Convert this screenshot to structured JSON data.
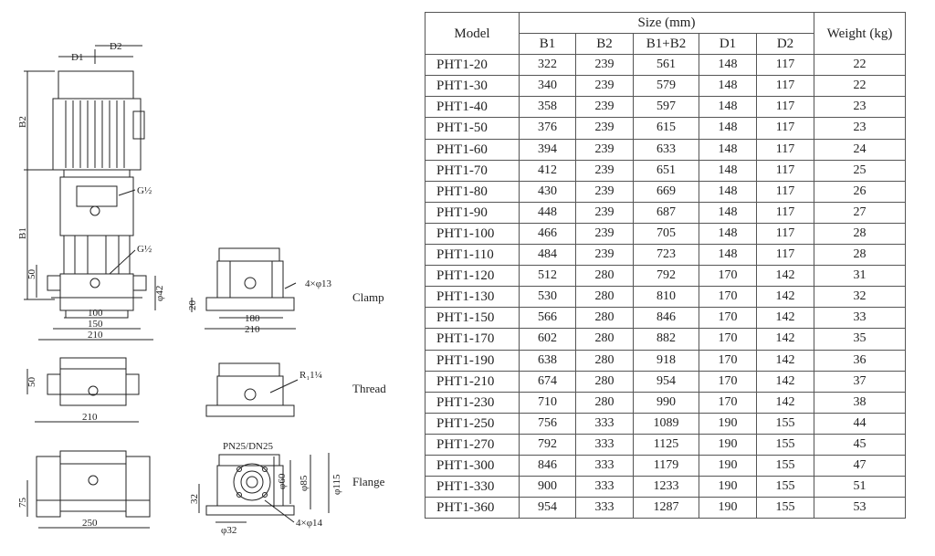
{
  "drawing_labels": {
    "d1": "D1",
    "d2": "D2",
    "b2": "B2",
    "b1": "B1",
    "g_top": "G½",
    "g_bottom": "G½",
    "h50_a": "50",
    "w100": "100",
    "w150": "150",
    "w210_a": "210",
    "phi42": "φ42",
    "clamp_phi13": "4×φ13",
    "clamp_h20": "20",
    "clamp_w180": "180",
    "clamp_w210": "210",
    "thread_r": "R₁1¼",
    "h50_b": "50",
    "w210_b": "210",
    "flange_pn": "PN25/DN25",
    "phi60": "φ60",
    "phi85": "φ85",
    "phi115": "φ115",
    "h75": "75",
    "w250": "250",
    "h32": "32",
    "phi32": "φ32",
    "flange_phi14": "4×φ14"
  },
  "captions": {
    "clamp": "Clamp",
    "thread": "Thread",
    "flange": "Flange"
  },
  "table": {
    "model_header": "Model",
    "size_header": "Size (mm)",
    "weight_header": "Weight (kg)",
    "sub_headers": [
      "B1",
      "B2",
      "B1+B2",
      "D1",
      "D2"
    ],
    "rows": [
      [
        "PHT1-20",
        "322",
        "239",
        "561",
        "148",
        "117",
        "22"
      ],
      [
        "PHT1-30",
        "340",
        "239",
        "579",
        "148",
        "117",
        "22"
      ],
      [
        "PHT1-40",
        "358",
        "239",
        "597",
        "148",
        "117",
        "23"
      ],
      [
        "PHT1-50",
        "376",
        "239",
        "615",
        "148",
        "117",
        "23"
      ],
      [
        "PHT1-60",
        "394",
        "239",
        "633",
        "148",
        "117",
        "24"
      ],
      [
        "PHT1-70",
        "412",
        "239",
        "651",
        "148",
        "117",
        "25"
      ],
      [
        "PHT1-80",
        "430",
        "239",
        "669",
        "148",
        "117",
        "26"
      ],
      [
        "PHT1-90",
        "448",
        "239",
        "687",
        "148",
        "117",
        "27"
      ],
      [
        "PHT1-100",
        "466",
        "239",
        "705",
        "148",
        "117",
        "28"
      ],
      [
        "PHT1-110",
        "484",
        "239",
        "723",
        "148",
        "117",
        "28"
      ],
      [
        "PHT1-120",
        "512",
        "280",
        "792",
        "170",
        "142",
        "31"
      ],
      [
        "PHT1-130",
        "530",
        "280",
        "810",
        "170",
        "142",
        "32"
      ],
      [
        "PHT1-150",
        "566",
        "280",
        "846",
        "170",
        "142",
        "33"
      ],
      [
        "PHT1-170",
        "602",
        "280",
        "882",
        "170",
        "142",
        "35"
      ],
      [
        "PHT1-190",
        "638",
        "280",
        "918",
        "170",
        "142",
        "36"
      ],
      [
        "PHT1-210",
        "674",
        "280",
        "954",
        "170",
        "142",
        "37"
      ],
      [
        "PHT1-230",
        "710",
        "280",
        "990",
        "170",
        "142",
        "38"
      ],
      [
        "PHT1-250",
        "756",
        "333",
        "1089",
        "190",
        "155",
        "44"
      ],
      [
        "PHT1-270",
        "792",
        "333",
        "1125",
        "190",
        "155",
        "45"
      ],
      [
        "PHT1-300",
        "846",
        "333",
        "1179",
        "190",
        "155",
        "47"
      ],
      [
        "PHT1-330",
        "900",
        "333",
        "1233",
        "190",
        "155",
        "51"
      ],
      [
        "PHT1-360",
        "954",
        "333",
        "1287",
        "190",
        "155",
        "53"
      ]
    ]
  }
}
